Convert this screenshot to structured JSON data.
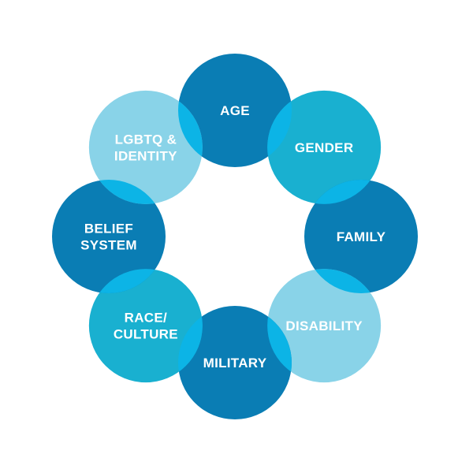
{
  "diagram": {
    "colors": {
      "dark": "#0a7db4",
      "medium": "#19b0d0",
      "light": "#89d3e8",
      "overlap": "#0cb4e6"
    },
    "circles": [
      {
        "id": "age",
        "lines": [
          "AGE"
        ],
        "tone": "dark"
      },
      {
        "id": "gender",
        "lines": [
          "GENDER"
        ],
        "tone": "medium"
      },
      {
        "id": "family",
        "lines": [
          "FAMILY"
        ],
        "tone": "dark"
      },
      {
        "id": "disability",
        "lines": [
          "DISABILITY"
        ],
        "tone": "light"
      },
      {
        "id": "military",
        "lines": [
          "MILITARY"
        ],
        "tone": "dark"
      },
      {
        "id": "race-culture",
        "lines": [
          "RACE/",
          "CULTURE"
        ],
        "tone": "medium"
      },
      {
        "id": "belief-system",
        "lines": [
          "BELIEF",
          "SYSTEM"
        ],
        "tone": "dark"
      },
      {
        "id": "lgbtq-identity",
        "lines": [
          "LGBTQ &",
          "IDENTITY"
        ],
        "tone": "light"
      }
    ]
  }
}
